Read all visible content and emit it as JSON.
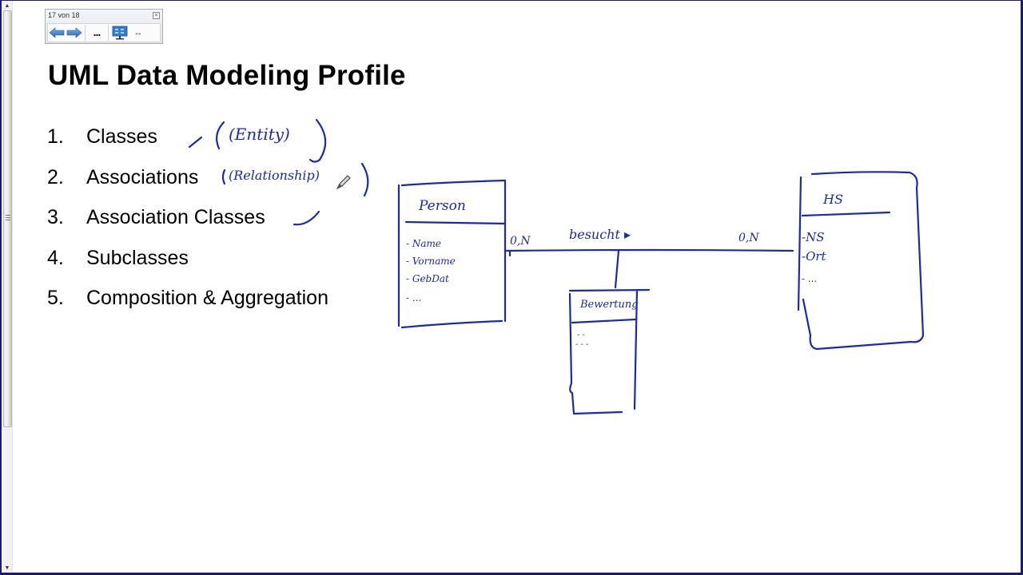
{
  "viewer": {
    "nav_panel": {
      "title": "17 von 18",
      "close_icon": "close-icon",
      "buttons": [
        {
          "name": "previous-slide",
          "icon": "arrow-left-icon"
        },
        {
          "name": "next-slide",
          "icon": "arrow-right-icon"
        },
        {
          "name": "more-options",
          "label": "..."
        },
        {
          "name": "screen",
          "icon": "monitor-icon"
        },
        {
          "name": "resize",
          "label": "↔"
        }
      ]
    },
    "scrollbar": {
      "orientation": "vertical",
      "position": "left"
    }
  },
  "slide": {
    "title": "UML Data Modeling Profile",
    "items": [
      {
        "number": "1.",
        "label": "Classes"
      },
      {
        "number": "2.",
        "label": "Associations"
      },
      {
        "number": "3.",
        "label": "Association Classes"
      },
      {
        "number": "4.",
        "label": "Subclasses"
      },
      {
        "number": "5.",
        "label": "Composition & Aggregation"
      }
    ]
  },
  "annotations": {
    "entity_note": "(Entity)",
    "relationship_note": "(Relationship)",
    "diagram": {
      "class_person": {
        "name": "Person",
        "attributes": [
          "- Name",
          "- Vorname",
          "- GebDat",
          "- ..."
        ]
      },
      "class_hs": {
        "name": "HS",
        "attributes": [
          "-NS",
          "-Ort",
          "- ..."
        ]
      },
      "association": {
        "label": "besucht ▸",
        "multiplicity_left": "0,N",
        "multiplicity_right": "0,N"
      },
      "association_class": {
        "name": "Bewertung",
        "attributes": [
          "- -",
          "- - -"
        ]
      }
    },
    "ink_color": "#1b2aa8"
  }
}
